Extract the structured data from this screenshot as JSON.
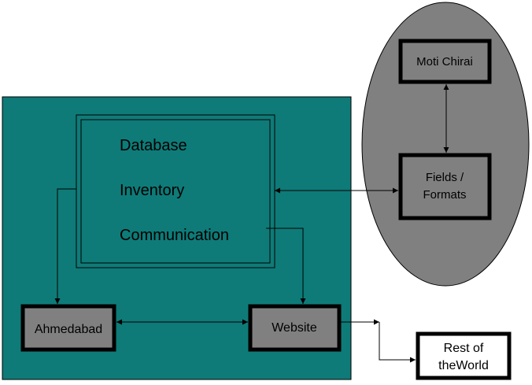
{
  "colors": {
    "background": "#ffffff",
    "main_area": "#0e7b78",
    "oval": "#808080",
    "box_fill": "#808080",
    "rest_box_fill": "#ffffff",
    "stroke": "#000000"
  },
  "central_block": {
    "items": [
      "Database",
      "Inventory",
      "Communication"
    ]
  },
  "nodes": {
    "ahmedabad": "Ahmedabad",
    "website": "Website",
    "moti_chirai": "Moti Chirai",
    "fields_formats": [
      "Fields /",
      "Formats"
    ],
    "rest_of_world": [
      "Rest of",
      "theWorld"
    ]
  }
}
